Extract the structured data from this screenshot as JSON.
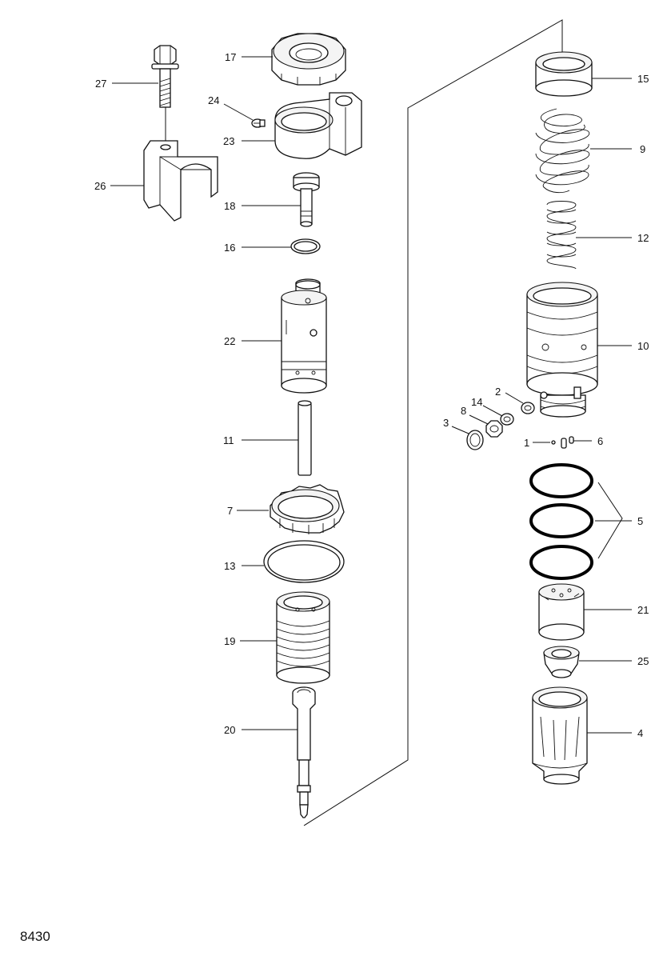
{
  "figure_number": "8430",
  "callouts": {
    "c1": "1",
    "c2": "2",
    "c3": "3",
    "c4": "4",
    "c5": "5",
    "c6": "6",
    "c7": "7",
    "c8": "8",
    "c9": "9",
    "c10": "10",
    "c11": "11",
    "c12": "12",
    "c13": "13",
    "c14": "14",
    "c15": "15",
    "c16": "16",
    "c17": "17",
    "c18": "18",
    "c19": "19",
    "c20": "20",
    "c21": "21",
    "c22": "22",
    "c23": "23",
    "c24": "24",
    "c25": "25",
    "c26": "26",
    "c27": "27"
  }
}
